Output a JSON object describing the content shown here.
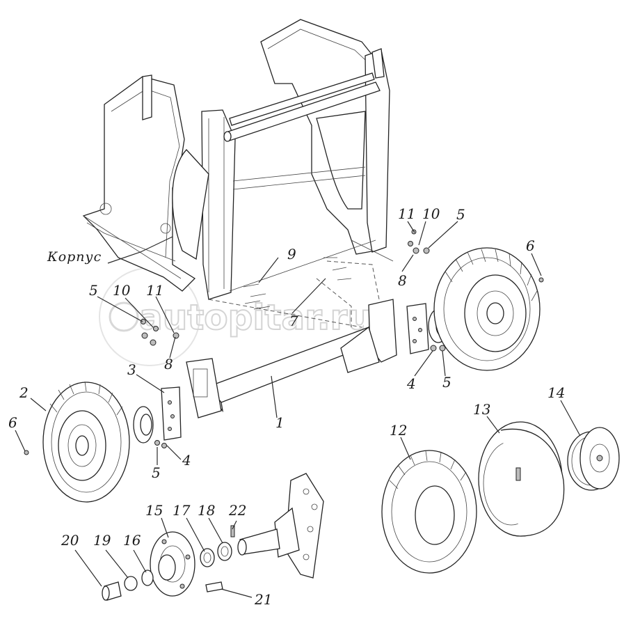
{
  "figure": {
    "housing_label": "Корпус",
    "watermark": "autopitar.ru",
    "callouts": [
      {
        "id": "c1",
        "text": "1"
      },
      {
        "id": "c2",
        "text": "2"
      },
      {
        "id": "c3",
        "text": "3"
      },
      {
        "id": "c4a",
        "text": "4"
      },
      {
        "id": "c4b",
        "text": "4"
      },
      {
        "id": "c5a",
        "text": "5"
      },
      {
        "id": "c5b",
        "text": "5"
      },
      {
        "id": "c5c",
        "text": "5"
      },
      {
        "id": "c5d",
        "text": "5"
      },
      {
        "id": "c6a",
        "text": "6"
      },
      {
        "id": "c6b",
        "text": "6"
      },
      {
        "id": "c7",
        "text": "7"
      },
      {
        "id": "c8a",
        "text": "8"
      },
      {
        "id": "c8b",
        "text": "8"
      },
      {
        "id": "c9",
        "text": "9"
      },
      {
        "id": "c10a",
        "text": "10"
      },
      {
        "id": "c10b",
        "text": "10"
      },
      {
        "id": "c11a",
        "text": "11"
      },
      {
        "id": "c11b",
        "text": "11"
      },
      {
        "id": "c12",
        "text": "12"
      },
      {
        "id": "c13",
        "text": "13"
      },
      {
        "id": "c14",
        "text": "14"
      },
      {
        "id": "c15",
        "text": "15"
      },
      {
        "id": "c16",
        "text": "16"
      },
      {
        "id": "c17",
        "text": "17"
      },
      {
        "id": "c18",
        "text": "18"
      },
      {
        "id": "c19",
        "text": "19"
      },
      {
        "id": "c20",
        "text": "20"
      },
      {
        "id": "c21",
        "text": "21"
      },
      {
        "id": "c22",
        "text": "22"
      }
    ]
  }
}
